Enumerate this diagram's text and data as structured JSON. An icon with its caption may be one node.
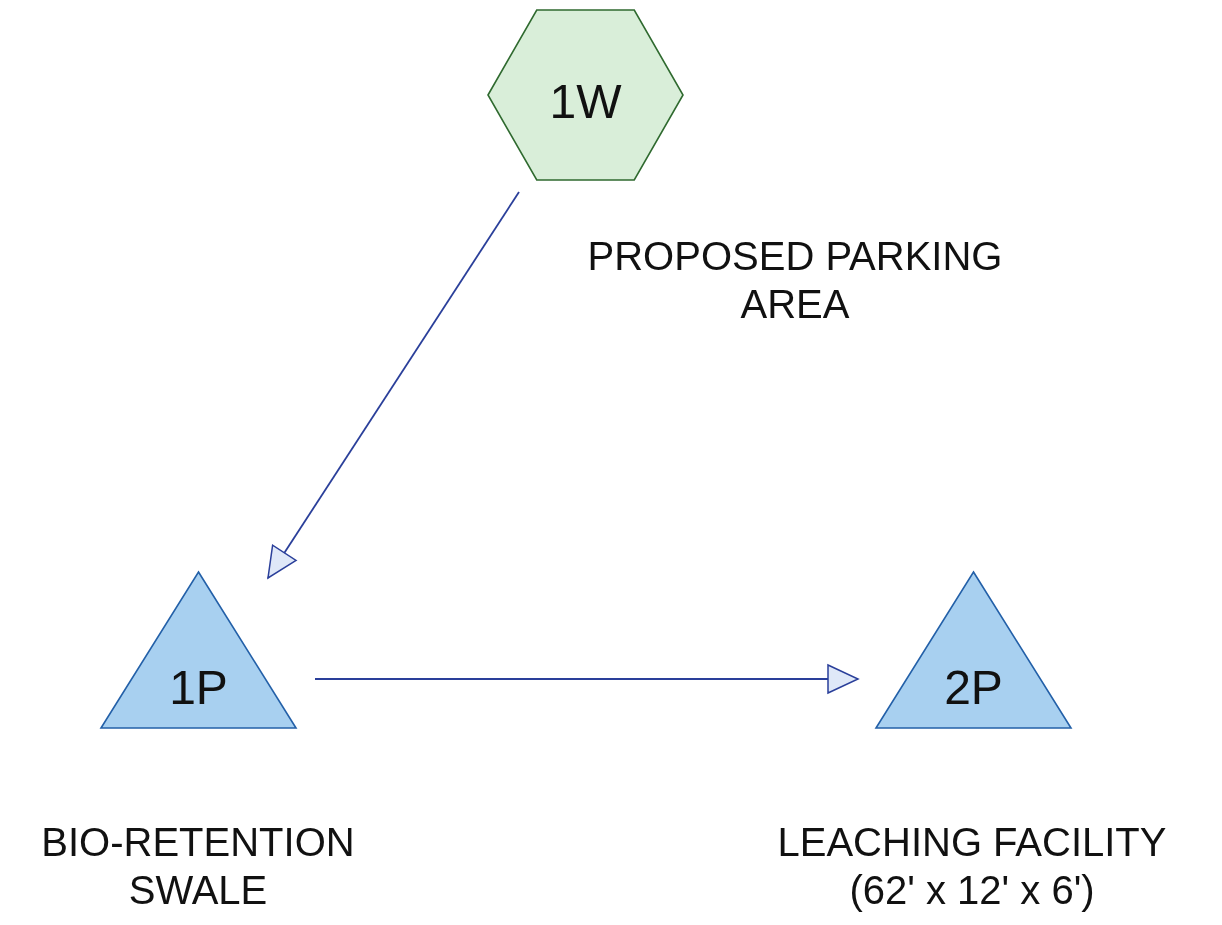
{
  "diagram": {
    "nodes": [
      {
        "text": [
          "1W"
        ],
        "beside": [
          "PROPOSED PARKING AREA"
        ]
      },
      {
        "text": [
          "1P"
        ],
        "beside": [
          "BIO-RETENTION SWALE"
        ]
      },
      {
        "text": [
          "2P"
        ],
        "beside": [
          "LEACHING FACILITY (62' x 12' x 6')"
        ]
      }
    ],
    "edges": [
      {
        "from": 0,
        "to": 1,
        "arrow": "to"
      },
      {
        "from": 1,
        "to": 2,
        "arrow": "to"
      }
    ]
  }
}
